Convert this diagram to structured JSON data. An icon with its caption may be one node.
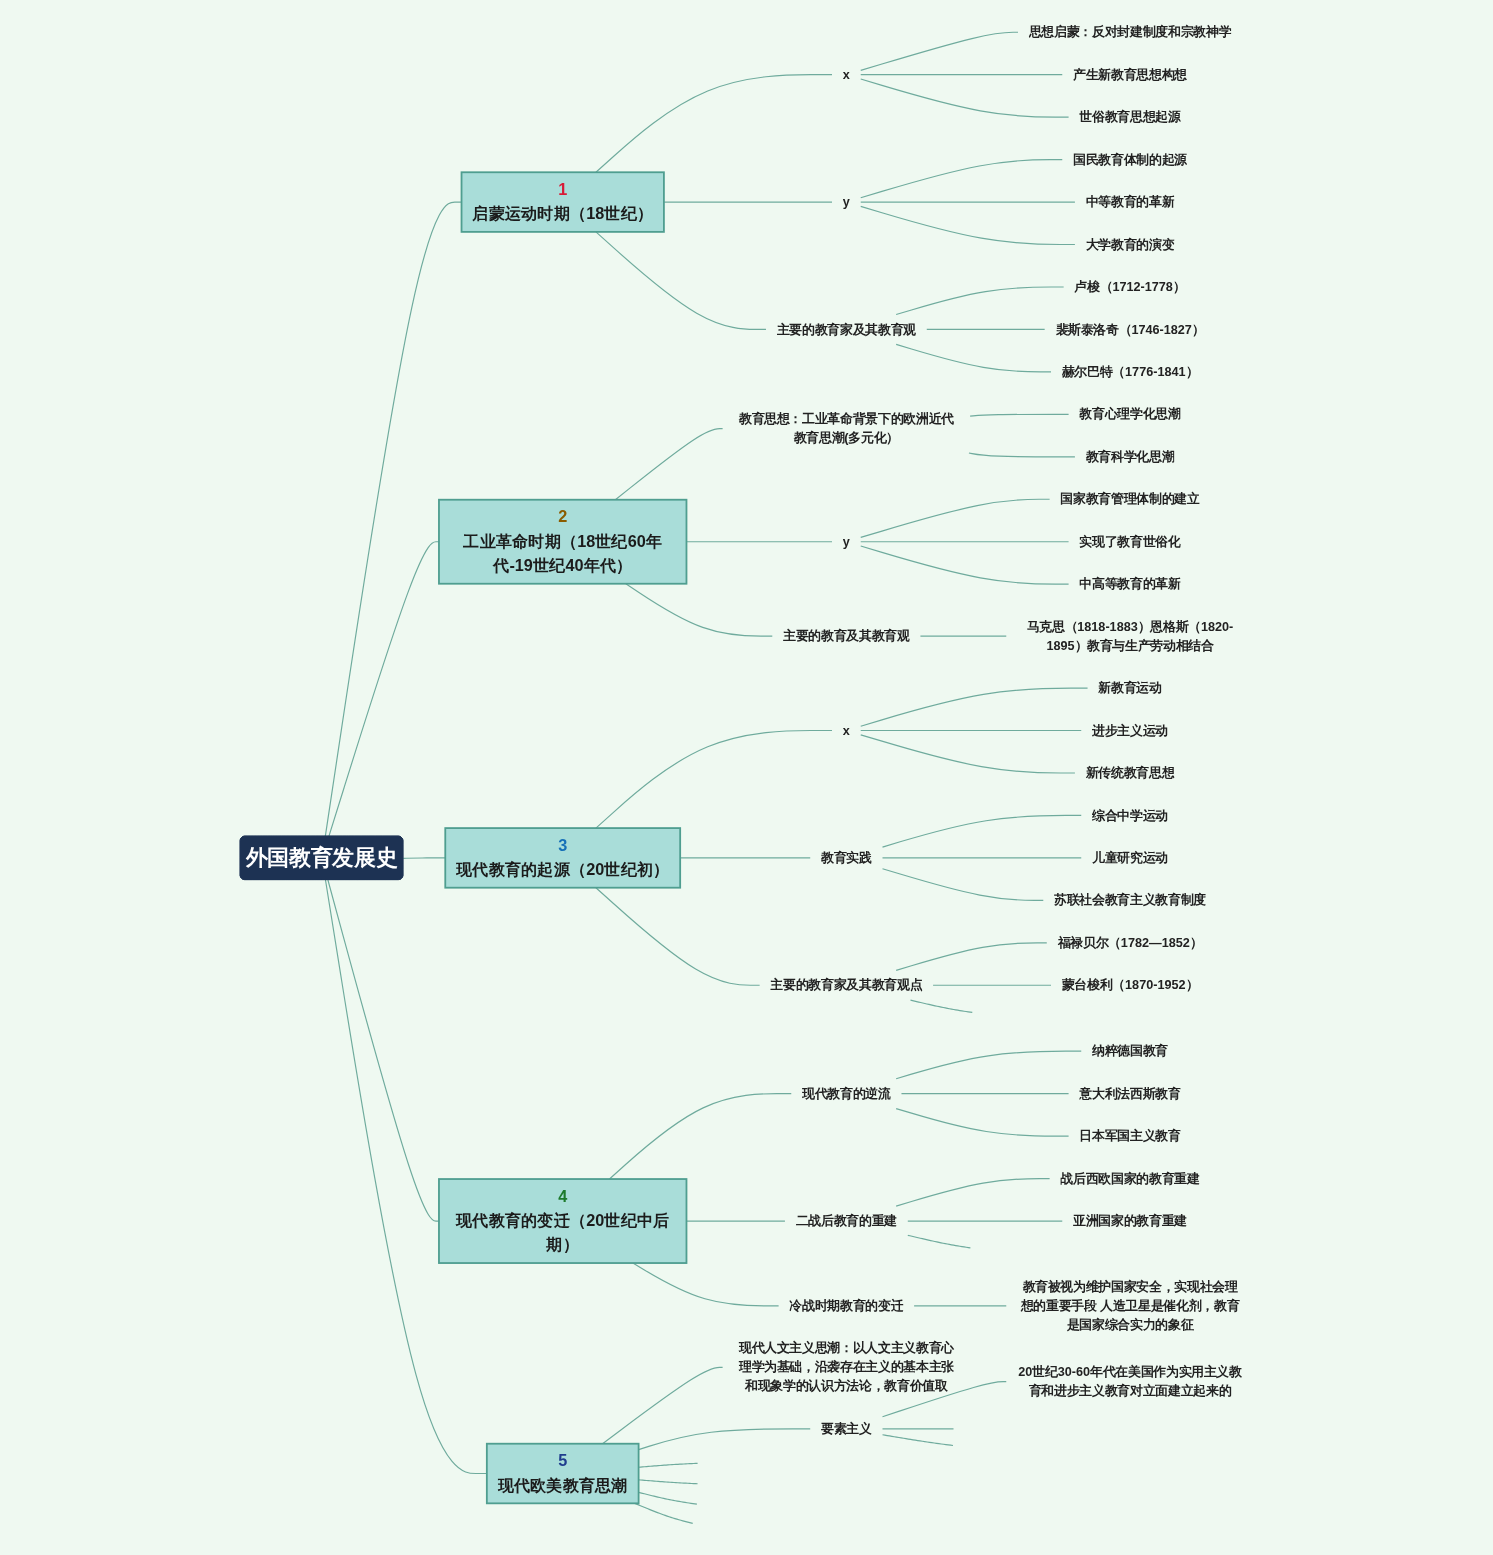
{
  "diagram": {
    "nodes": [
      {
        "text": [
          "外国教育发展史"
        ]
      },
      {
        "text": [
          "1",
          "启蒙运动时期（18世纪）"
        ]
      },
      {
        "text": [
          "x"
        ]
      },
      {
        "text": [
          "思想启蒙：反对封建制度和宗教神学"
        ]
      },
      {
        "text": [
          "产生新教育思想构想"
        ]
      },
      {
        "text": [
          "世俗教育思想起源"
        ]
      },
      {
        "text": [
          "y"
        ]
      },
      {
        "text": [
          "国民教育体制的起源"
        ]
      },
      {
        "text": [
          "中等教育的革新"
        ]
      },
      {
        "text": [
          "大学教育的演变"
        ]
      },
      {
        "text": [
          "主要的教育家及其教育观"
        ]
      },
      {
        "text": [
          "卢梭（1712-1778）"
        ]
      },
      {
        "text": [
          "裴斯泰洛奇（1746-1827）"
        ]
      },
      {
        "text": [
          "赫尔巴特（1776-1841）"
        ]
      },
      {
        "text": [
          "2",
          "工业革命时期（18世纪60年代-19世纪40年代）"
        ]
      },
      {
        "text": [
          "教育思想：工业革命背景下的欧洲近代教育思潮(多元化）"
        ]
      },
      {
        "text": [
          "教育心理学化思潮"
        ]
      },
      {
        "text": [
          "教育科学化思潮"
        ]
      },
      {
        "text": [
          "y"
        ]
      },
      {
        "text": [
          "国家教育管理体制的建立"
        ]
      },
      {
        "text": [
          "实现了教育世俗化"
        ]
      },
      {
        "text": [
          "中高等教育的革新"
        ]
      },
      {
        "text": [
          "主要的教育及其教育观"
        ]
      },
      {
        "text": [
          "马克思（1818-1883）恩格斯（1820-1895）教育与生产劳动相结合"
        ]
      },
      {
        "text": [
          "3",
          "现代教育的起源（20世纪初）"
        ]
      },
      {
        "text": [
          "x"
        ]
      },
      {
        "text": [
          "新教育运动"
        ]
      },
      {
        "text": [
          "进步主义运动"
        ]
      },
      {
        "text": [
          "新传统教育思想"
        ]
      },
      {
        "text": [
          "教育实践"
        ]
      },
      {
        "text": [
          "综合中学运动"
        ]
      },
      {
        "text": [
          "儿童研究运动"
        ]
      },
      {
        "text": [
          "苏联社会教育主义教育制度"
        ]
      },
      {
        "text": [
          "主要的教育家及其教育观点"
        ]
      },
      {
        "text": [
          "福禄贝尔（1782—1852）"
        ]
      },
      {
        "text": [
          "蒙台梭利（1870-1952）"
        ]
      },
      {
        "text": [
          "4",
          "现代教育的变迁（20世纪中后期）"
        ]
      },
      {
        "text": [
          "现代教育的逆流"
        ]
      },
      {
        "text": [
          "纳粹德国教育"
        ]
      },
      {
        "text": [
          "意大利法西斯教育"
        ]
      },
      {
        "text": [
          "日本军国主义教育"
        ]
      },
      {
        "text": [
          "二战后教育的重建"
        ]
      },
      {
        "text": [
          "战后西欧国家的教育重建"
        ]
      },
      {
        "text": [
          "亚洲国家的教育重建"
        ]
      },
      {
        "text": [
          "冷战时期教育的变迁"
        ]
      },
      {
        "text": [
          "教育被视为维护国家安全，实现社会理想的重要手段 人造卫星是催化剂，教育是国家综合实力的象征"
        ]
      },
      {
        "text": [
          "5",
          "现代欧美教育思潮"
        ]
      },
      {
        "text": [
          "现代人文主义思潮：以人文主义教育心理学为基础，沿袭存在主义的基本主张和现象学的认识方法论，教育价值取"
        ]
      },
      {
        "text": [
          "要素主义"
        ]
      },
      {
        "text": [
          "20世纪30-60年代在美国作为实用主义教育和进步主义教育对立面建立起来的"
        ]
      }
    ],
    "edges": [
      {
        "from": 0,
        "to": 1,
        "arrow": "none"
      },
      {
        "from": 1,
        "to": 2,
        "arrow": "none"
      },
      {
        "from": 2,
        "to": 3,
        "arrow": "none"
      },
      {
        "from": 2,
        "to": 4,
        "arrow": "none"
      },
      {
        "from": 2,
        "to": 5,
        "arrow": "none"
      },
      {
        "from": 1,
        "to": 6,
        "arrow": "none"
      },
      {
        "from": 6,
        "to": 7,
        "arrow": "none"
      },
      {
        "from": 6,
        "to": 8,
        "arrow": "none"
      },
      {
        "from": 6,
        "to": 9,
        "arrow": "none"
      },
      {
        "from": 1,
        "to": 10,
        "arrow": "none"
      },
      {
        "from": 10,
        "to": 11,
        "arrow": "none"
      },
      {
        "from": 10,
        "to": 12,
        "arrow": "none"
      },
      {
        "from": 10,
        "to": 13,
        "arrow": "none"
      },
      {
        "from": 0,
        "to": 14,
        "arrow": "none"
      },
      {
        "from": 14,
        "to": 15,
        "arrow": "none"
      },
      {
        "from": 15,
        "to": 16,
        "arrow": "none"
      },
      {
        "from": 15,
        "to": 17,
        "arrow": "none"
      },
      {
        "from": 14,
        "to": 18,
        "arrow": "none"
      },
      {
        "from": 18,
        "to": 19,
        "arrow": "none"
      },
      {
        "from": 18,
        "to": 20,
        "arrow": "none"
      },
      {
        "from": 18,
        "to": 21,
        "arrow": "none"
      },
      {
        "from": 14,
        "to": 22,
        "arrow": "none"
      },
      {
        "from": 22,
        "to": 23,
        "arrow": "none"
      },
      {
        "from": 0,
        "to": 24,
        "arrow": "none"
      },
      {
        "from": 24,
        "to": 25,
        "arrow": "none"
      },
      {
        "from": 25,
        "to": 26,
        "arrow": "none"
      },
      {
        "from": 25,
        "to": 27,
        "arrow": "none"
      },
      {
        "from": 25,
        "to": 28,
        "arrow": "none"
      },
      {
        "from": 24,
        "to": 29,
        "arrow": "none"
      },
      {
        "from": 29,
        "to": 30,
        "arrow": "none"
      },
      {
        "from": 29,
        "to": 31,
        "arrow": "none"
      },
      {
        "from": 29,
        "to": 32,
        "arrow": "none"
      },
      {
        "from": 24,
        "to": 33,
        "arrow": "none"
      },
      {
        "from": 33,
        "to": 34,
        "arrow": "none"
      },
      {
        "from": 33,
        "to": 35,
        "arrow": "none"
      },
      {
        "from": 33,
        "to": null,
        "arrow": "none"
      },
      {
        "from": 0,
        "to": 36,
        "arrow": "none"
      },
      {
        "from": 36,
        "to": 37,
        "arrow": "none"
      },
      {
        "from": 37,
        "to": 38,
        "arrow": "none"
      },
      {
        "from": 37,
        "to": 39,
        "arrow": "none"
      },
      {
        "from": 37,
        "to": 40,
        "arrow": "none"
      },
      {
        "from": 36,
        "to": 41,
        "arrow": "none"
      },
      {
        "from": 41,
        "to": 42,
        "arrow": "none"
      },
      {
        "from": 41,
        "to": 43,
        "arrow": "none"
      },
      {
        "from": 41,
        "to": null,
        "arrow": "none"
      },
      {
        "from": 36,
        "to": 44,
        "arrow": "none"
      },
      {
        "from": 44,
        "to": 45,
        "arrow": "none"
      },
      {
        "from": 0,
        "to": 46,
        "arrow": "none"
      },
      {
        "from": 46,
        "to": 47,
        "arrow": "none"
      },
      {
        "from": 46,
        "to": 48,
        "arrow": "none"
      },
      {
        "from": 48,
        "to": 49,
        "arrow": "none"
      },
      {
        "from": 48,
        "to": null,
        "arrow": "none"
      },
      {
        "from": 48,
        "to": null,
        "arrow": "none"
      },
      {
        "from": 46,
        "to": null,
        "arrow": "none"
      },
      {
        "from": 46,
        "to": null,
        "arrow": "none"
      },
      {
        "from": 46,
        "to": null,
        "arrow": "none"
      },
      {
        "from": 46,
        "to": null,
        "arrow": "none"
      }
    ]
  }
}
